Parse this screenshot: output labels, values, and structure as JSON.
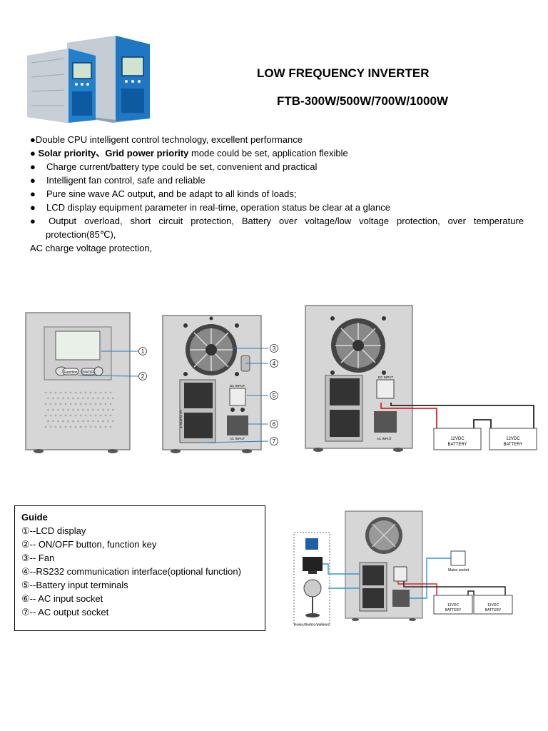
{
  "header": {
    "title": "LOW FREQUENCY INVERTER",
    "model": "FTB-300W/500W/700W/1000W"
  },
  "features": [
    {
      "bullet": "●",
      "pre": "",
      "bold": "",
      "text": "Double CPU intelligent control technology, excellent performance"
    },
    {
      "bullet": "● ",
      "pre": "",
      "bold": "Solar priority、Grid power priority",
      "text": " mode could be set, application flexible"
    },
    {
      "bullet": "●",
      "pre": "",
      "bold": "",
      "text": "Charge current/battery type could be set, convenient and practical"
    },
    {
      "bullet": "●",
      "pre": "",
      "bold": "",
      "text": "Intelligent fan control, safe and reliable"
    },
    {
      "bullet": "●",
      "pre": "",
      "bold": "",
      "text": "Pure sine wave AC output, and be adapt to all kinds of loads;"
    },
    {
      "bullet": "●",
      "pre": "",
      "bold": "",
      "text": "LCD display equipment parameter in real-time, operation status be clear at a glance"
    }
  ],
  "protection": {
    "line1": "● Output overload, short circuit protection, Battery over voltage/low voltage protection, over temperature",
    "line2": "protection(85℃),",
    "line3": "AC charge voltage protection,"
  },
  "diagram": {
    "front_buttons": [
      "Function",
      "ON/OFF"
    ],
    "callouts": [
      "①",
      "②",
      "③",
      "④",
      "⑤",
      "⑥",
      "⑦"
    ],
    "dc_input": "DC INPUT",
    "ac_input": "AC INPUT",
    "ac_output": "AC OUTPUT",
    "battery_label_1": "12VDC",
    "battery_label_2": "BATTERY",
    "mains_socket": "Mains socket",
    "appliance": "House Electric Appliance"
  },
  "guide": {
    "title": "Guide",
    "items": [
      "①--LCD display",
      "②-- ON/OFF button, function key",
      "③-- Fan",
      "④--RS232 communication interface(optional function)",
      "⑤--Battery input terminals",
      "⑥-- AC input socket",
      "⑦-- AC output socket"
    ]
  }
}
